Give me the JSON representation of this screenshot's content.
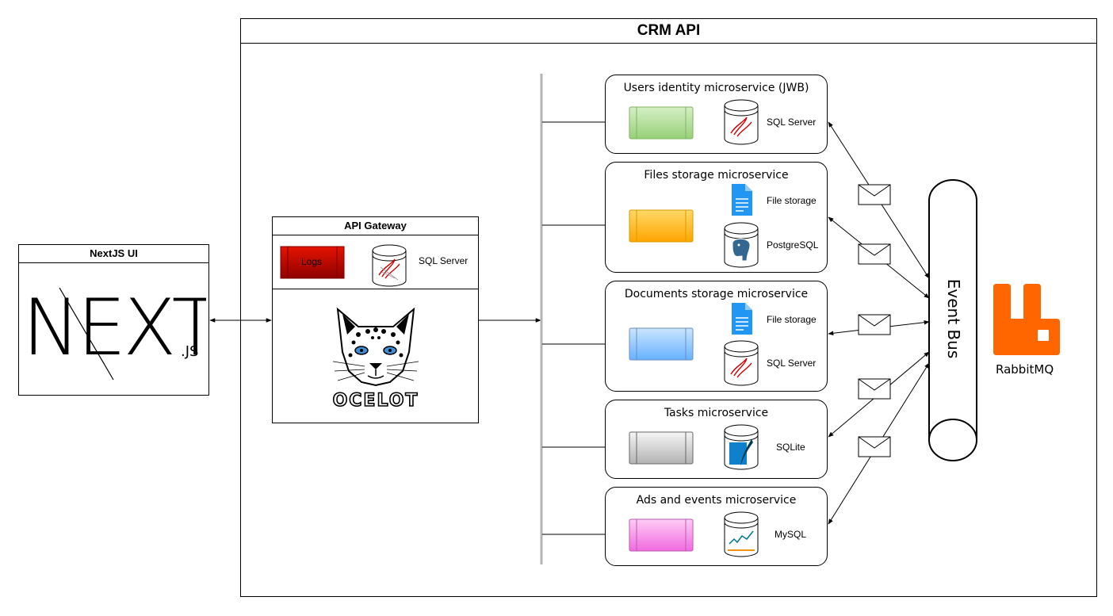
{
  "crm_api": {
    "title": "CRM API"
  },
  "nextjs": {
    "title": "NextJS UI",
    "logo_text": "NEXT",
    "logo_suffix": ".JS"
  },
  "gateway": {
    "title": "API Gateway",
    "logs_label": "Logs",
    "db_label": "SQL Server",
    "logo_text": "OCELOT"
  },
  "microservices": [
    {
      "title": "Users identity microservice (JWB)",
      "color": "#b9e0a5",
      "stores": [
        "SQL Server"
      ]
    },
    {
      "title": "Files storage microservice",
      "color": "#ffcd28",
      "stores": [
        "File storage",
        "PostgreSQL"
      ]
    },
    {
      "title": "Documents storage microservice",
      "color": "#99ccff",
      "stores": [
        "File storage",
        "SQL Server"
      ]
    },
    {
      "title": "Tasks microservice",
      "color": "#dcdcdc",
      "stores": [
        "SQLite"
      ]
    },
    {
      "title": "Ads and events microservice",
      "color": "#ff99ee",
      "stores": [
        "MySQL"
      ]
    }
  ],
  "event_bus": {
    "label": "Event Bus"
  },
  "rabbitmq": {
    "label": "RabbitMQ",
    "color": "#ff6600"
  },
  "colors": {
    "logs": "#cc0000",
    "file_icon": "#2196f3",
    "sqlite": "#0f80cc",
    "postgres": "#336791"
  }
}
